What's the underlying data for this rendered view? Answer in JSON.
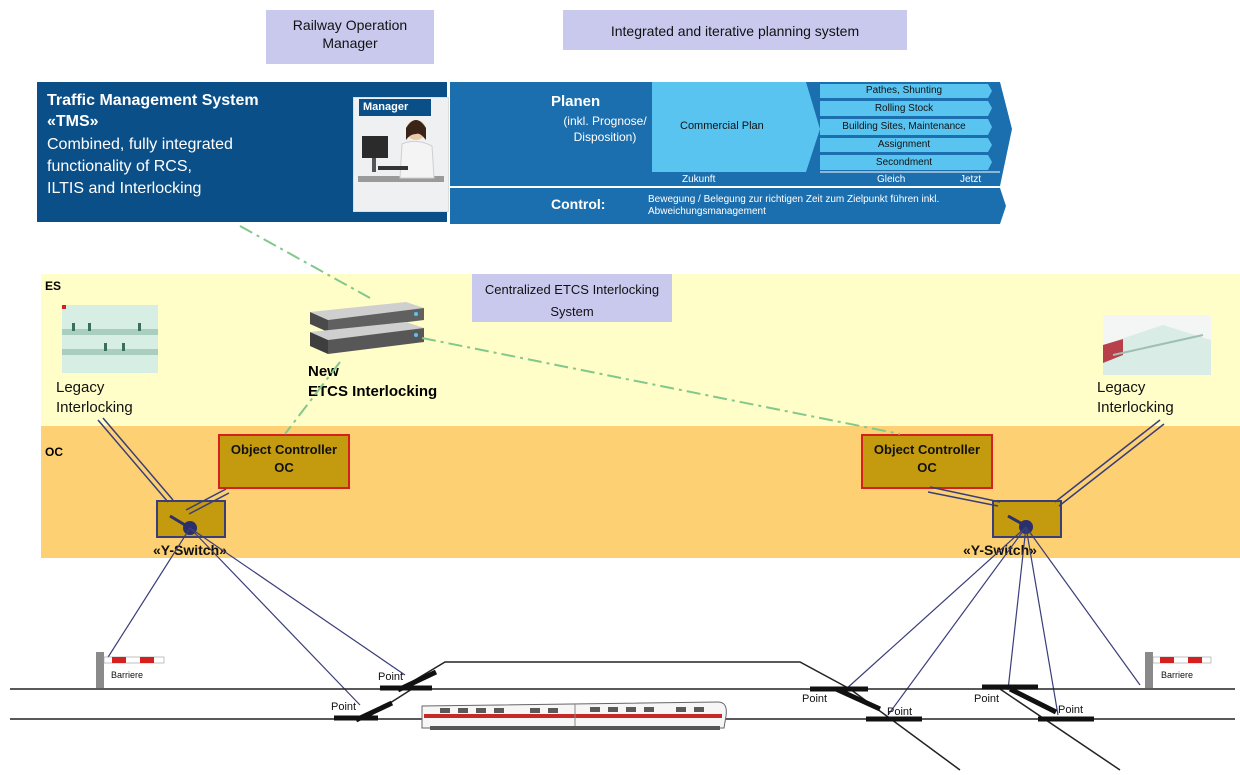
{
  "callouts": {
    "railway_operation_manager": "Railway Operation Manager",
    "integrated_planning_system": "Integrated and iterative planning system",
    "centralized_etcs_line1": "Centralized ETCS Interlocking",
    "centralized_etcs_line2": "System"
  },
  "tms": {
    "title_line1": "Traffic Management System",
    "title_line2": "«TMS»",
    "desc_line1": "Combined, fully integrated",
    "desc_line2": "functionality of RCS,",
    "desc_line3": "ILTIS and Interlocking",
    "manager_label": "Manager"
  },
  "planning": {
    "planen_title": "Planen",
    "planen_sub_line1": "(inkl. Prognose/",
    "planen_sub_line2": "Disposition)",
    "commercial_plan": "Commercial Plan",
    "stack": [
      "Pathes, Shunting",
      "Rolling Stock",
      "Building Sites, Maintenance",
      "Assignment",
      "Secondment"
    ],
    "timeline": [
      "Zukunft",
      "Gleich",
      "Jetzt"
    ],
    "control_title": "Control:",
    "control_text": "Bewegung / Belegung zur richtigen Zeit zum Zielpunkt führen inkl. Abweichungsmanagement"
  },
  "layers": {
    "es_label": "ES",
    "oc_label": "OC"
  },
  "interlocking": {
    "legacy_left_line1": "Legacy",
    "legacy_left_line2": "Interlocking",
    "legacy_right_line1": "Legacy",
    "legacy_right_line2": "Interlocking",
    "new_etcs_line1": "New",
    "new_etcs_line2": "ETCS Interlocking"
  },
  "object_controller": {
    "line1": "Object Controller",
    "line2": "OC"
  },
  "y_switch_label": "«Y-Switch»",
  "track": {
    "point_label": "Point",
    "barrier_label": "Barriere"
  },
  "colors": {
    "tms_blue": "#0b4f88",
    "plan_arrow_blue": "#1c6fae",
    "commercial_cyan": "#5ac4f1",
    "callout_lavender": "#c9c9ee",
    "es_band": "#fffdc8",
    "oc_band": "#fdd173",
    "oc_box": "#c49a0e",
    "oc_border_red": "#d52020",
    "dashed_green": "#82c88c"
  }
}
